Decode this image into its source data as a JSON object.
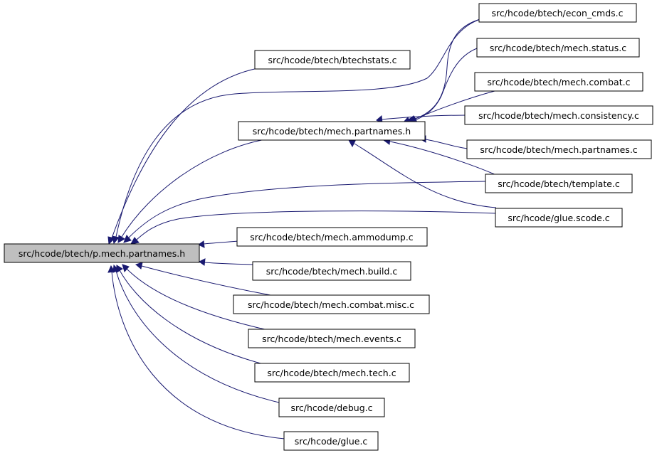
{
  "colors": {
    "edge": "#191970",
    "node_border": "#000000",
    "node_fill": "#ffffff",
    "root_fill": "#bfbfbf"
  },
  "nodes": {
    "p_mech_partnames_h": "src/hcode/btech/p.mech.partnames.h",
    "btechstats_c": "src/hcode/btech/btechstats.c",
    "mech_partnames_h": "src/hcode/btech/mech.partnames.h",
    "econ_cmds_c": "src/hcode/btech/econ_cmds.c",
    "mech_status_c": "src/hcode/btech/mech.status.c",
    "mech_combat_c": "src/hcode/btech/mech.combat.c",
    "mech_consistency_c": "src/hcode/btech/mech.consistency.c",
    "mech_partnames_c": "src/hcode/btech/mech.partnames.c",
    "template_c": "src/hcode/btech/template.c",
    "glue_scode_c": "src/hcode/glue.scode.c",
    "mech_ammodump_c": "src/hcode/btech/mech.ammodump.c",
    "mech_build_c": "src/hcode/btech/mech.build.c",
    "mech_combat_misc_c": "src/hcode/btech/mech.combat.misc.c",
    "mech_events_c": "src/hcode/btech/mech.events.c",
    "mech_tech_c": "src/hcode/btech/mech.tech.c",
    "debug_c": "src/hcode/debug.c",
    "glue_c": "src/hcode/glue.c"
  },
  "edges": [
    {
      "from": "btechstats_c",
      "to": "p_mech_partnames_h"
    },
    {
      "from": "econ_cmds_c",
      "to": "p_mech_partnames_h"
    },
    {
      "from": "mech_partnames_h",
      "to": "p_mech_partnames_h"
    },
    {
      "from": "template_c",
      "to": "p_mech_partnames_h"
    },
    {
      "from": "glue_scode_c",
      "to": "p_mech_partnames_h"
    },
    {
      "from": "mech_ammodump_c",
      "to": "p_mech_partnames_h"
    },
    {
      "from": "mech_build_c",
      "to": "p_mech_partnames_h"
    },
    {
      "from": "mech_combat_misc_c",
      "to": "p_mech_partnames_h"
    },
    {
      "from": "mech_events_c",
      "to": "p_mech_partnames_h"
    },
    {
      "from": "mech_tech_c",
      "to": "p_mech_partnames_h"
    },
    {
      "from": "debug_c",
      "to": "p_mech_partnames_h"
    },
    {
      "from": "glue_c",
      "to": "p_mech_partnames_h"
    },
    {
      "from": "econ_cmds_c",
      "to": "mech_partnames_h"
    },
    {
      "from": "mech_status_c",
      "to": "mech_partnames_h"
    },
    {
      "from": "mech_combat_c",
      "to": "mech_partnames_h"
    },
    {
      "from": "mech_consistency_c",
      "to": "mech_partnames_h"
    },
    {
      "from": "mech_partnames_c",
      "to": "mech_partnames_h"
    },
    {
      "from": "template_c",
      "to": "mech_partnames_h"
    },
    {
      "from": "glue_scode_c",
      "to": "mech_partnames_h"
    }
  ]
}
